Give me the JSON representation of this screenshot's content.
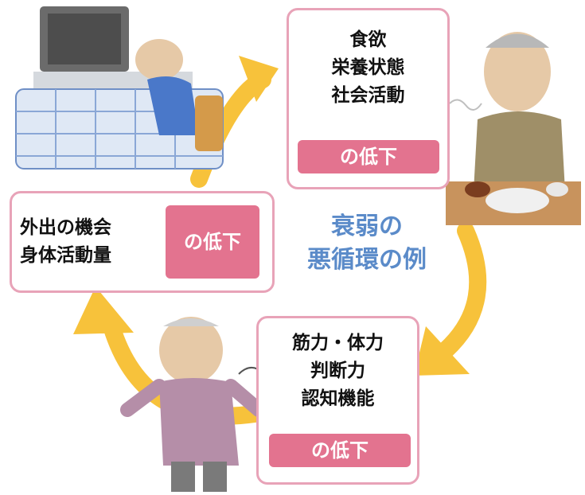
{
  "diagram": {
    "center_title_line1": "衰弱の",
    "center_title_line2": "悪循環の例",
    "boxes": [
      {
        "lines": [
          "食欲",
          "栄養状態",
          "社会活動"
        ],
        "badge": "の低下"
      },
      {
        "lines": [
          "筋力・体力",
          "判断力",
          "認知機能"
        ],
        "badge": "の低下"
      },
      {
        "lines": [
          "外出の機会",
          "身体活動量"
        ],
        "badge": "の低下"
      }
    ]
  },
  "colors": {
    "arrow": "#f7c23b",
    "box_border": "#e8a3b8",
    "badge": "#e3738f",
    "title": "#5b8bc9"
  }
}
